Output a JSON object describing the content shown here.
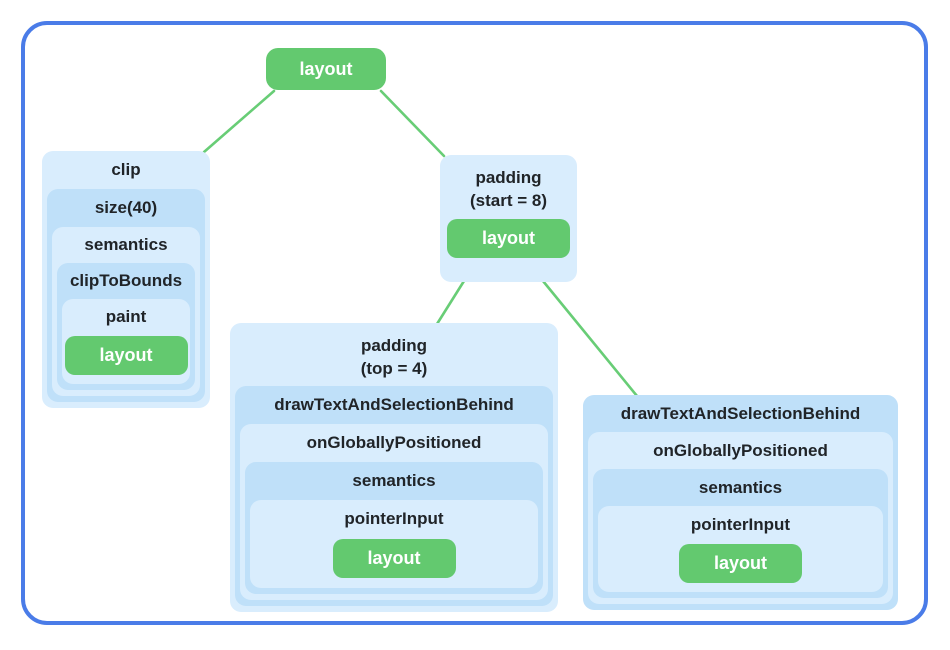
{
  "palette": {
    "frame_border": "#4a7ce8",
    "node_green": "#63c96f",
    "edge_green": "#68cd76",
    "blue_light": "#d9edfd",
    "blue_mid": "#bfe0f9",
    "label_text": "#202428",
    "leaf_text": "#ffffff",
    "background": "#ffffff"
  },
  "tree": {
    "root": {
      "label": "layout"
    },
    "clip_chain": {
      "levels": [
        "clip",
        "size(40)",
        "semantics",
        "clipToBounds",
        "paint"
      ],
      "leaf": "layout"
    },
    "padding_start_chain": {
      "label": "padding",
      "sublabel": "(start = 8)",
      "leaf": "layout"
    },
    "padding_top_chain": {
      "label": "padding",
      "sublabel": "(top = 4)",
      "levels": [
        "drawTextAndSelectionBehind",
        "onGloballyPositioned",
        "semantics",
        "pointerInput"
      ],
      "leaf": "layout"
    },
    "draw_text_chain": {
      "levels": [
        "drawTextAndSelectionBehind",
        "onGloballyPositioned",
        "semantics",
        "pointerInput"
      ],
      "leaf": "layout"
    }
  },
  "edges": [
    {
      "from": "layout-root",
      "to": "clip-chain"
    },
    {
      "from": "layout-root",
      "to": "padding-start-chain"
    },
    {
      "from": "padding-start-chain",
      "to": "padding-top-chain"
    },
    {
      "from": "padding-start-chain",
      "to": "draw-text-chain"
    }
  ]
}
